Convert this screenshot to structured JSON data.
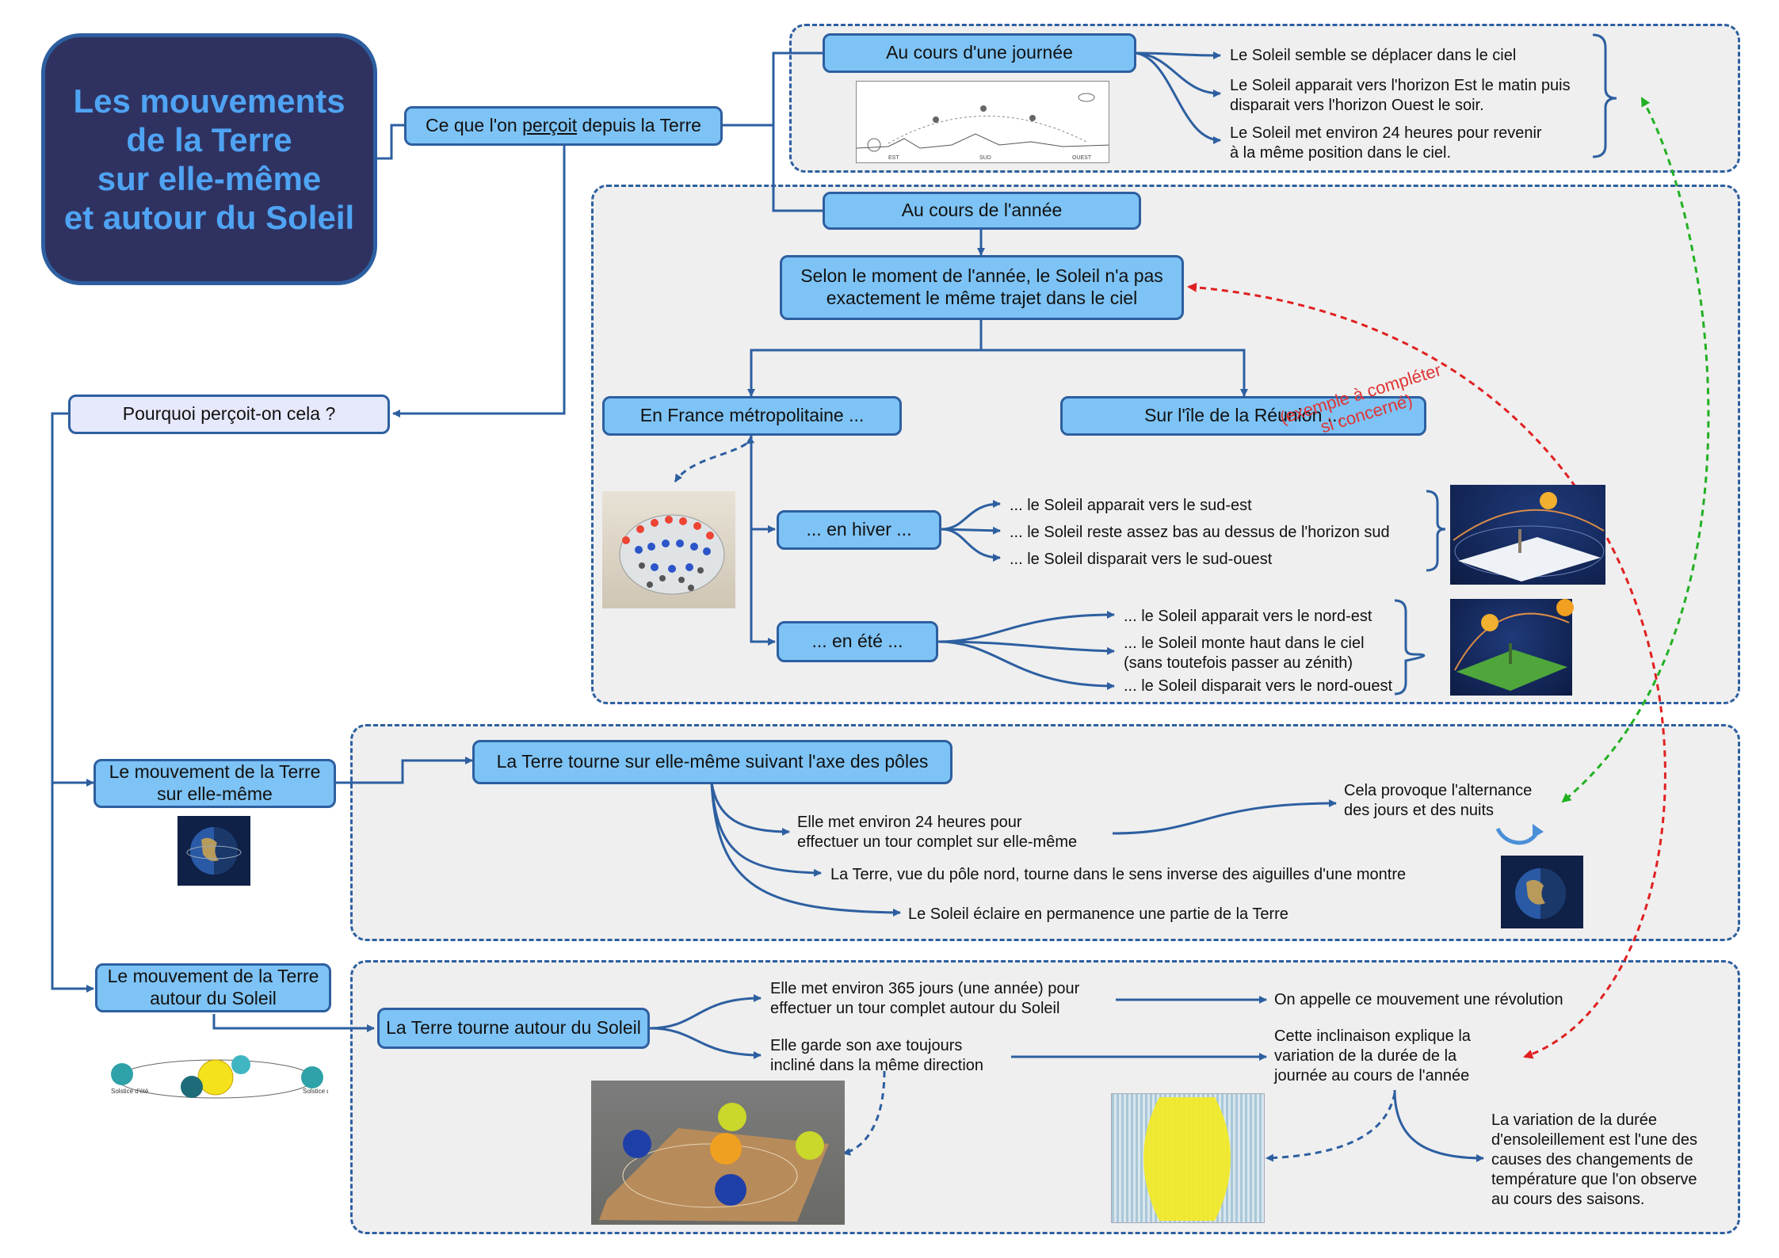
{
  "title": {
    "lines": [
      "Les mouvements",
      "de la Terre",
      "sur elle-même",
      "et autour du Soleil"
    ]
  },
  "percu": {
    "pre": "Ce que l'on ",
    "underlined": "perçoit",
    "post": " depuis la Terre"
  },
  "journee": {
    "label": "Au cours d'une journée",
    "items": [
      "Le Soleil semble se déplacer dans le ciel",
      "Le Soleil apparait vers l'horizon Est le matin puis\ndisparait vers l'horizon Ouest le soir.",
      "Le Soleil met environ 24 heures pour revenir\nà la même position dans le ciel."
    ],
    "image_labels": [
      "EST",
      "SUD",
      "OUEST"
    ]
  },
  "annee": {
    "label": "Au cours de l'année",
    "trajet": "Selon le moment de l'année, le Soleil n'a pas\nexactement le même trajet dans le ciel",
    "france": "En France métropolitaine ...",
    "reunion": "Sur l'île de la Réunion ...",
    "reunion_note": "(exemple à compléter\nsi concerné)",
    "hiver": {
      "label": "... en hiver ...",
      "items": [
        "... le Soleil apparait vers le sud-est",
        "... le Soleil reste assez bas au dessus de l'horizon sud",
        "... le Soleil disparait vers le sud-ouest"
      ]
    },
    "ete": {
      "label": "... en été ...",
      "items": [
        "... le Soleil apparait vers le nord-est",
        "... le Soleil monte haut dans le ciel\n(sans toutefois passer au zénith)",
        "... le Soleil disparait vers le nord-ouest"
      ]
    }
  },
  "pourquoi": "Pourquoi perçoit-on cela ?",
  "rotation": {
    "label": "Le mouvement de la Terre\nsur elle-même",
    "axe": "La Terre tourne sur elle-même suivant l'axe des pôles",
    "items": [
      "Elle met environ 24 heures pour\neffectuer un tour complet sur elle-même",
      "La Terre, vue du pôle nord, tourne dans le sens inverse des aiguilles d'une montre",
      "Le Soleil éclaire en permanence une partie de la Terre"
    ],
    "consequence": "Cela provoque l'alternance\ndes jours et des nuits"
  },
  "revolution": {
    "label": "Le mouvement de la Terre\nautour du Soleil",
    "tourne": "La Terre tourne autour du Soleil",
    "items": [
      "Elle met environ 365 jours (une année) pour\neffectuer un tour complet autour du Soleil",
      "Elle garde son axe toujours\nincliné dans la même direction"
    ],
    "nom": "On appelle ce mouvement une révolution",
    "inclinaison": "Cette inclinaison explique la\nvariation de la durée de la\njournée au cours de l'année",
    "saisons": "La variation de la durée\nd'ensoleillement est l'une des\ncauses des changements de\ntempérature que l'on observe\nau cours des saisons.",
    "orbit_labels": [
      "Solstice\nd'été",
      "Solstice\nd'hiver"
    ]
  },
  "colors": {
    "box_fill": "#7ec3f5",
    "box_border": "#2d5fa0",
    "title_bg": "#2f3260",
    "title_text": "#4fa3f3",
    "green_link": "#22b022",
    "red_link": "#e02020",
    "region_fill": "#efefef"
  }
}
